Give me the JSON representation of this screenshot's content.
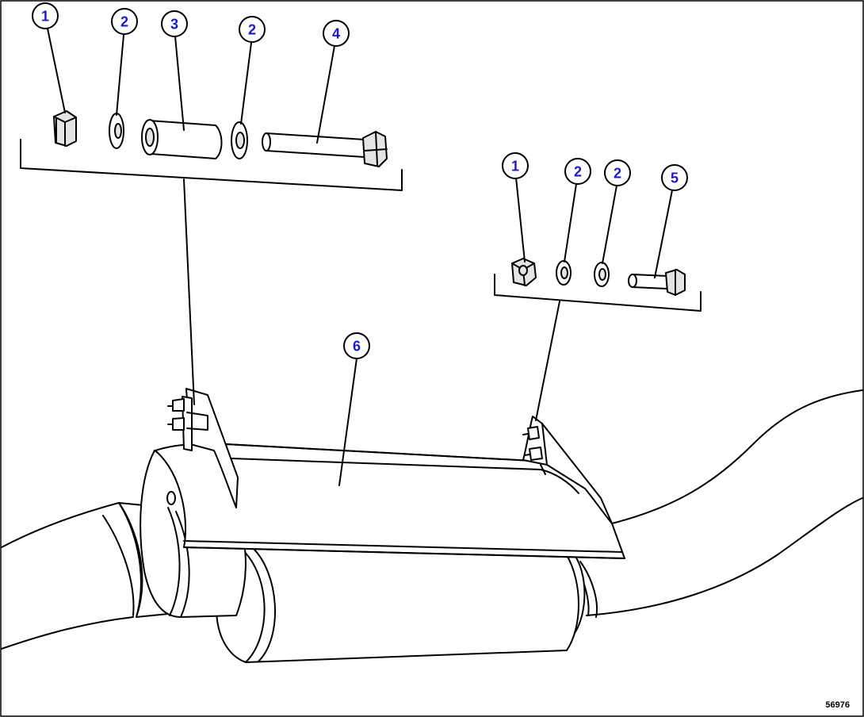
{
  "figure_id": "56976",
  "callouts": [
    {
      "id": "c1a",
      "label": "1"
    },
    {
      "id": "c2a",
      "label": "2"
    },
    {
      "id": "c3",
      "label": "3"
    },
    {
      "id": "c2b",
      "label": "2"
    },
    {
      "id": "c4",
      "label": "4"
    },
    {
      "id": "c1b",
      "label": "1"
    },
    {
      "id": "c2c",
      "label": "2"
    },
    {
      "id": "c2d",
      "label": "2"
    },
    {
      "id": "c5",
      "label": "5"
    },
    {
      "id": "c6",
      "label": "6"
    }
  ]
}
